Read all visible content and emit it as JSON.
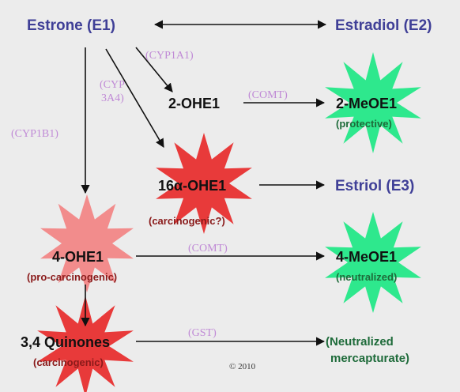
{
  "nodes": {
    "estrone": "Estrone (E1)",
    "estradiol": "Estradiol (E2)",
    "ohe2": "2-OHE1",
    "meoe2": "2-MeOE1",
    "meoe2_note": "(protective)",
    "ohe16": "16α-OHE1",
    "ohe16_note": "(carcinogenic?)",
    "estriol": "Estriol (E3)",
    "ohe4": "4-OHE1",
    "ohe4_note": "(pro-carcinogenic)",
    "meoe4": "4-MeOE1",
    "meoe4_note": "(neutralized)",
    "quinones": "3,4 Quinones",
    "quinones_note": "(carcinogenic)",
    "neutralized_line1": "(Neutralized",
    "neutralized_line2": "mercapturate)"
  },
  "enzymes": {
    "cyp1a1": "(CYP1A1)",
    "cyp3a4_line1": "(CYP",
    "cyp3a4_line2": "3A4)",
    "cyp1b1": "(CYP1B1)",
    "comt_top": "(COMT)",
    "comt_mid": "(COMT)",
    "gst": "(GST)"
  },
  "copyright": "© 2010",
  "colors": {
    "background": "#ececec",
    "title_blue": "#3f3f97",
    "enzyme_violet": "#c08ad6",
    "red_star": "#e83a3a",
    "pink_star": "#f28c8c",
    "green_star": "#2ee88d",
    "red_text": "#8a1a1a",
    "green_text": "#1e6b3a"
  }
}
